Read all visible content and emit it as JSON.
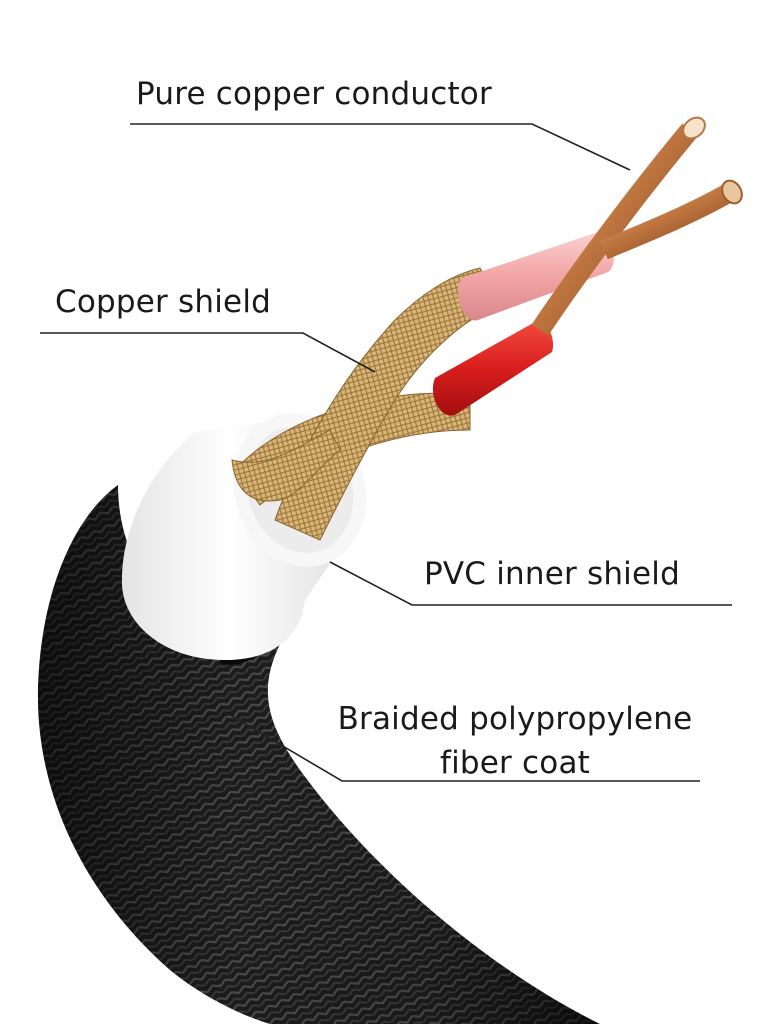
{
  "labels": {
    "conductor": "Pure copper conductor",
    "copper_shield": "Copper shield",
    "pvc_shield": "PVC inner shield",
    "braid_line1": "Braided polypropylene",
    "braid_line2": "fiber coat"
  },
  "colors": {
    "background": "#ffffff",
    "leader_line": "#222222",
    "copper": "#c8834a",
    "pink_insulation": "#f3a6a8",
    "red_insulation": "#d81e1e",
    "mesh_gold": "#d9b77a",
    "pvc_white": "#f4f4f4",
    "braid_black": "#1b1b1b"
  }
}
